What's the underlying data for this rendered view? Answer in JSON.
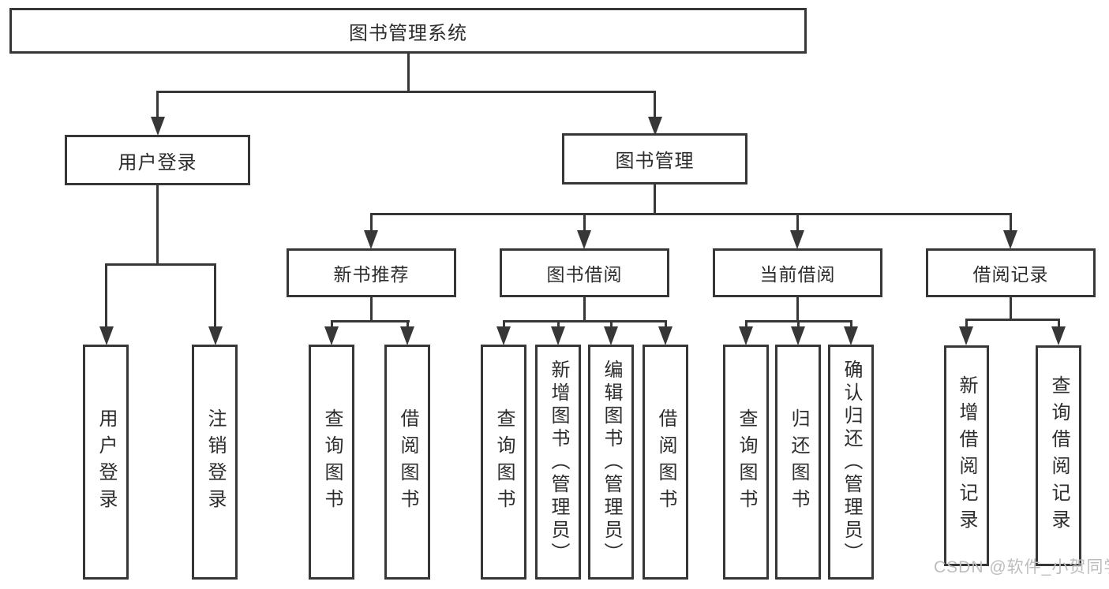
{
  "tree": {
    "root": {
      "label": "图书管理系统"
    },
    "branches": [
      {
        "label": "用户登录",
        "children": [
          {
            "label": "用户登录"
          },
          {
            "label": "注销登录"
          }
        ]
      },
      {
        "label": "图书管理",
        "children": [
          {
            "label": "新书推荐",
            "children": [
              {
                "label": "查询图书"
              },
              {
                "label": "借阅图书"
              }
            ]
          },
          {
            "label": "图书借阅",
            "children": [
              {
                "label": "查询图书"
              },
              {
                "label": "新增图书（管理员）"
              },
              {
                "label": "编辑图书（管理员）"
              },
              {
                "label": "借阅图书"
              }
            ]
          },
          {
            "label": "当前借阅",
            "children": [
              {
                "label": "查询图书"
              },
              {
                "label": "归还图书"
              },
              {
                "label": "确认归还（管理员）"
              }
            ]
          },
          {
            "label": "借阅记录",
            "children": [
              {
                "label": "新增借阅记录"
              },
              {
                "label": "查询借阅记录"
              }
            ]
          }
        ]
      }
    ]
  },
  "watermark": "CSDN @软件_小贺同学",
  "colors": {
    "line": "#373737",
    "text": "#2d2d2d",
    "background": "#ffffff",
    "watermark": "#bdbdbd"
  }
}
